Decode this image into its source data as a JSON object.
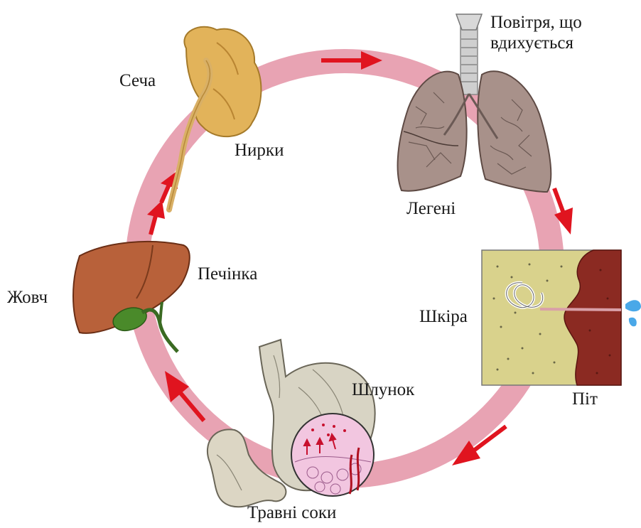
{
  "labels": {
    "air_inhaled": "Повітря, що вдихується",
    "lungs": "Легені",
    "skin": "Шкіра",
    "sweat": "Піт",
    "stomach": "Шлунок",
    "digestive_juices": "Травні соки",
    "bile": "Жовч",
    "liver": "Печінка",
    "kidneys": "Нирки",
    "urine": "Сеча"
  },
  "colors": {
    "ring": "#e8a3b3",
    "arrow": "#e0141f",
    "kidney": "#e2b35a",
    "liver": "#b8613a",
    "lung": "#a8918a",
    "skin_tissue": "#d9d28c",
    "skin_dermis": "#8b2a22",
    "stomach": "#d8d4c4"
  },
  "icons": [
    "kidney-icon",
    "lungs-icon",
    "skin-section-icon",
    "stomach-icon",
    "liver-icon"
  ]
}
